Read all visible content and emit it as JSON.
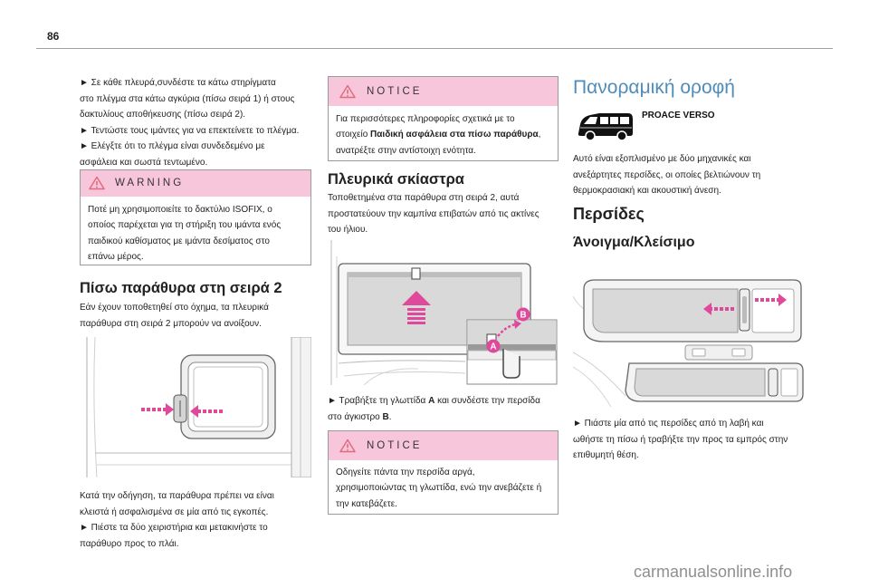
{
  "page": {
    "number": "86",
    "watermark": "carmanualsonline.info"
  },
  "colors": {
    "box_header": "#f8c6da",
    "box_border": "#9a9a9a",
    "title_blue": "#4f8cba",
    "arrow_pink": "#e0489b",
    "icon_outline": "#e06b7e"
  },
  "icons": {
    "box_header": "warning-triangle-icon",
    "vehicle": "van-icon"
  },
  "col1": {
    "intro_lines": [
      "► Σε κάθε πλευρά,συνδέστε τα κάτω στηρίγματα",
      "στο πλέγμα στα κάτω αγκύρια (πίσω σειρά 1) ή στους",
      "δακτυλίους αποθήκευσης (πίσω σειρά 2).",
      "► Τεντώστε τους ιμάντες για να επεκτείνετε το πλέγμα.",
      "► Ελέγξτε ότι το πλέγμα είναι συνδεδεμένο με",
      "ασφάλεια και σωστά τεντωμένο."
    ],
    "warning": {
      "label": "WARNING",
      "lines": [
        "Ποτέ μη χρησιμοποιείτε το δακτύλιο ISOFIX, ο",
        "οποίος παρέχεται για τη στήριξη του ιμάντα ενός",
        "παιδικού καθίσματος με ιμάντα δεσίματος στο",
        "επάνω μέρος."
      ]
    },
    "title": "Πίσω παράθυρα στη σειρά 2",
    "section_lines": [
      "Εάν έχουν τοποθετηθεί στο όχημα, τα πλευρικά",
      "παράθυρα στη σειρά 2 μπορούν να ανοίξουν."
    ],
    "after_image_lines": [
      "Κατά την οδήγηση, τα παράθυρα πρέπει να είναι",
      "κλειστά ή ασφαλισμένα σε μία από τις εγκοπές.",
      "► Πιέστε τα δύο χειριστήρια και μετακινήστε το",
      "παράθυρο προς το πλάι."
    ]
  },
  "col2": {
    "notice_top": {
      "label": "NOTICE",
      "lines": [
        "Για περισσότερες πληροφορίες σχετικά με το",
        [
          {
            "text": "στοιχείο "
          },
          {
            "text": "Παιδική ασφάλεια στα πίσω παράθυρα",
            "bold": true
          },
          {
            "text": ","
          }
        ],
        "ανατρέξτε στην αντίστοιχη ενότητα."
      ]
    },
    "title": "Πλευρικά σκίαστρα",
    "intro_lines": [
      "Τοποθετημένα στα παράθυρα στη σειρά 2, αυτά",
      "προστατεύουν την καμπίνα επιβατών από τις ακτίνες",
      "του ήλιου."
    ],
    "image_labels": {
      "a": "A",
      "b": "B"
    },
    "after_image_lines": [
      [
        {
          "text": "► Τραβήξτε τη γλωττίδα "
        },
        {
          "text": "A",
          "bold": true
        },
        {
          "text": " και συνδέστε την περσίδα"
        }
      ],
      [
        {
          "text": "στο άγκιστρο "
        },
        {
          "text": "B",
          "bold": true
        },
        {
          "text": "."
        }
      ]
    ],
    "notice_bottom": {
      "label": "NOTICE",
      "lines": [
        "Οδηγείτε πάντα την περσίδα αργά,",
        "χρησιμοποιώντας τη γλωττίδα, ενώ την ανεβάζετε ή",
        "την κατεβάζετε."
      ]
    }
  },
  "col3": {
    "title": "Πανοραμική οροφή",
    "model": "PROACE VERSO",
    "intro_lines": [
      "Αυτό είναι εξοπλισμένο με δύο μηχανικές και",
      "ανεξάρτητες περσίδες, οι οποίες βελτιώνουν τη",
      "θερμοκρασιακή και ακουστική άνεση."
    ],
    "heading": "Περσίδες",
    "subheading": "Άνοιγμα/Κλείσιμο",
    "after_image_lines": [
      "► Πιάστε μία από τις περσίδες από τη λαβή και",
      "ωθήστε τη πίσω ή τραβήξτε την προς τα εμπρός στην",
      "επιθυμητή θέση."
    ]
  }
}
